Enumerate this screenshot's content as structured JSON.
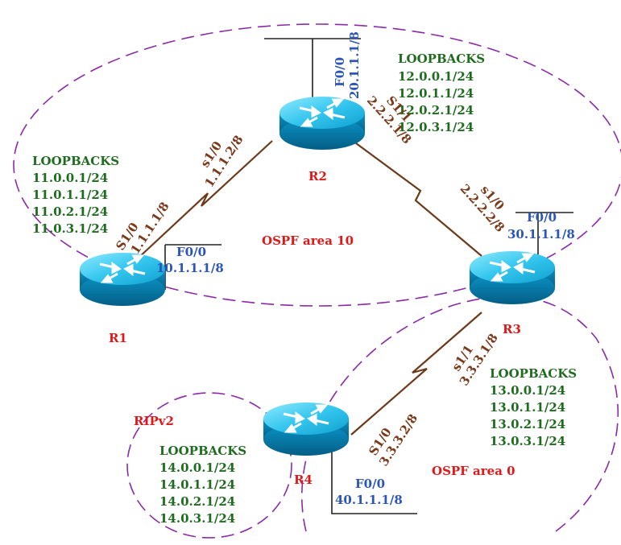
{
  "colors": {
    "boundary": "#8a2aa8",
    "serial_link": "#6b3a1a",
    "ethernet": "#222222",
    "router_top": "#3fd0f0",
    "router_side": "#0a8fc0",
    "loopback_text": "#1f6b1f",
    "fastethernet_text": "#2c55b8",
    "serial_text": "#7a3a1a",
    "area_text": "#e01818"
  },
  "areas": {
    "ospf10": "OSPF area 10",
    "ospf0": "OSPF area 0",
    "rip": "RIPv2"
  },
  "routers": {
    "r1": {
      "name": "R1",
      "icon": "router-icon"
    },
    "r2": {
      "name": "R2",
      "icon": "router-icon"
    },
    "r3": {
      "name": "R3",
      "icon": "router-icon"
    },
    "r4": {
      "name": "R4",
      "icon": "router-icon"
    }
  },
  "interfaces": {
    "r1_s10": {
      "name": "S1/0",
      "ip": "1.1.1.1/8"
    },
    "r1_f00": {
      "name": "F0/0",
      "ip": "10.1.1.1/8"
    },
    "r2_s10": {
      "name": "s1/0",
      "ip": "1.1.1.2/8"
    },
    "r2_s11": {
      "name": "S1/1",
      "ip": "2.2.2.1/8"
    },
    "r2_f00": {
      "name": "F0/0",
      "ip": "20.1.1.1/8"
    },
    "r3_s10": {
      "name": "s1/0",
      "ip": "2.2.2.2/8"
    },
    "r3_s11": {
      "name": "s1/1",
      "ip": "3.3.3.1/8"
    },
    "r3_f00": {
      "name": "F0/0",
      "ip": "30.1.1.1/8"
    },
    "r4_s10": {
      "name": "S1/0",
      "ip": "3.3.3.2/8"
    },
    "r4_f00": {
      "name": "F0/0",
      "ip": "40.1.1.1/8"
    }
  },
  "loopbacks": {
    "r1": {
      "title": "LOOPBACKS",
      "addresses": [
        "11.0.0.1/24",
        "11.0.1.1/24",
        "11.0.2.1/24",
        "11.0.3.1/24"
      ]
    },
    "r2": {
      "title": "LOOPBACKS",
      "addresses": [
        "12.0.0.1/24",
        "12.0.1.1/24",
        "12.0.2.1/24",
        "12.0.3.1/24"
      ]
    },
    "r3": {
      "title": "LOOPBACKS",
      "addresses": [
        "13.0.0.1/24",
        "13.0.1.1/24",
        "13.0.2.1/24",
        "13.0.3.1/24"
      ]
    },
    "r4": {
      "title": "LOOPBACKS",
      "addresses": [
        "14.0.0.1/24",
        "14.0.1.1/24",
        "14.0.2.1/24",
        "14.0.3.1/24"
      ]
    }
  }
}
